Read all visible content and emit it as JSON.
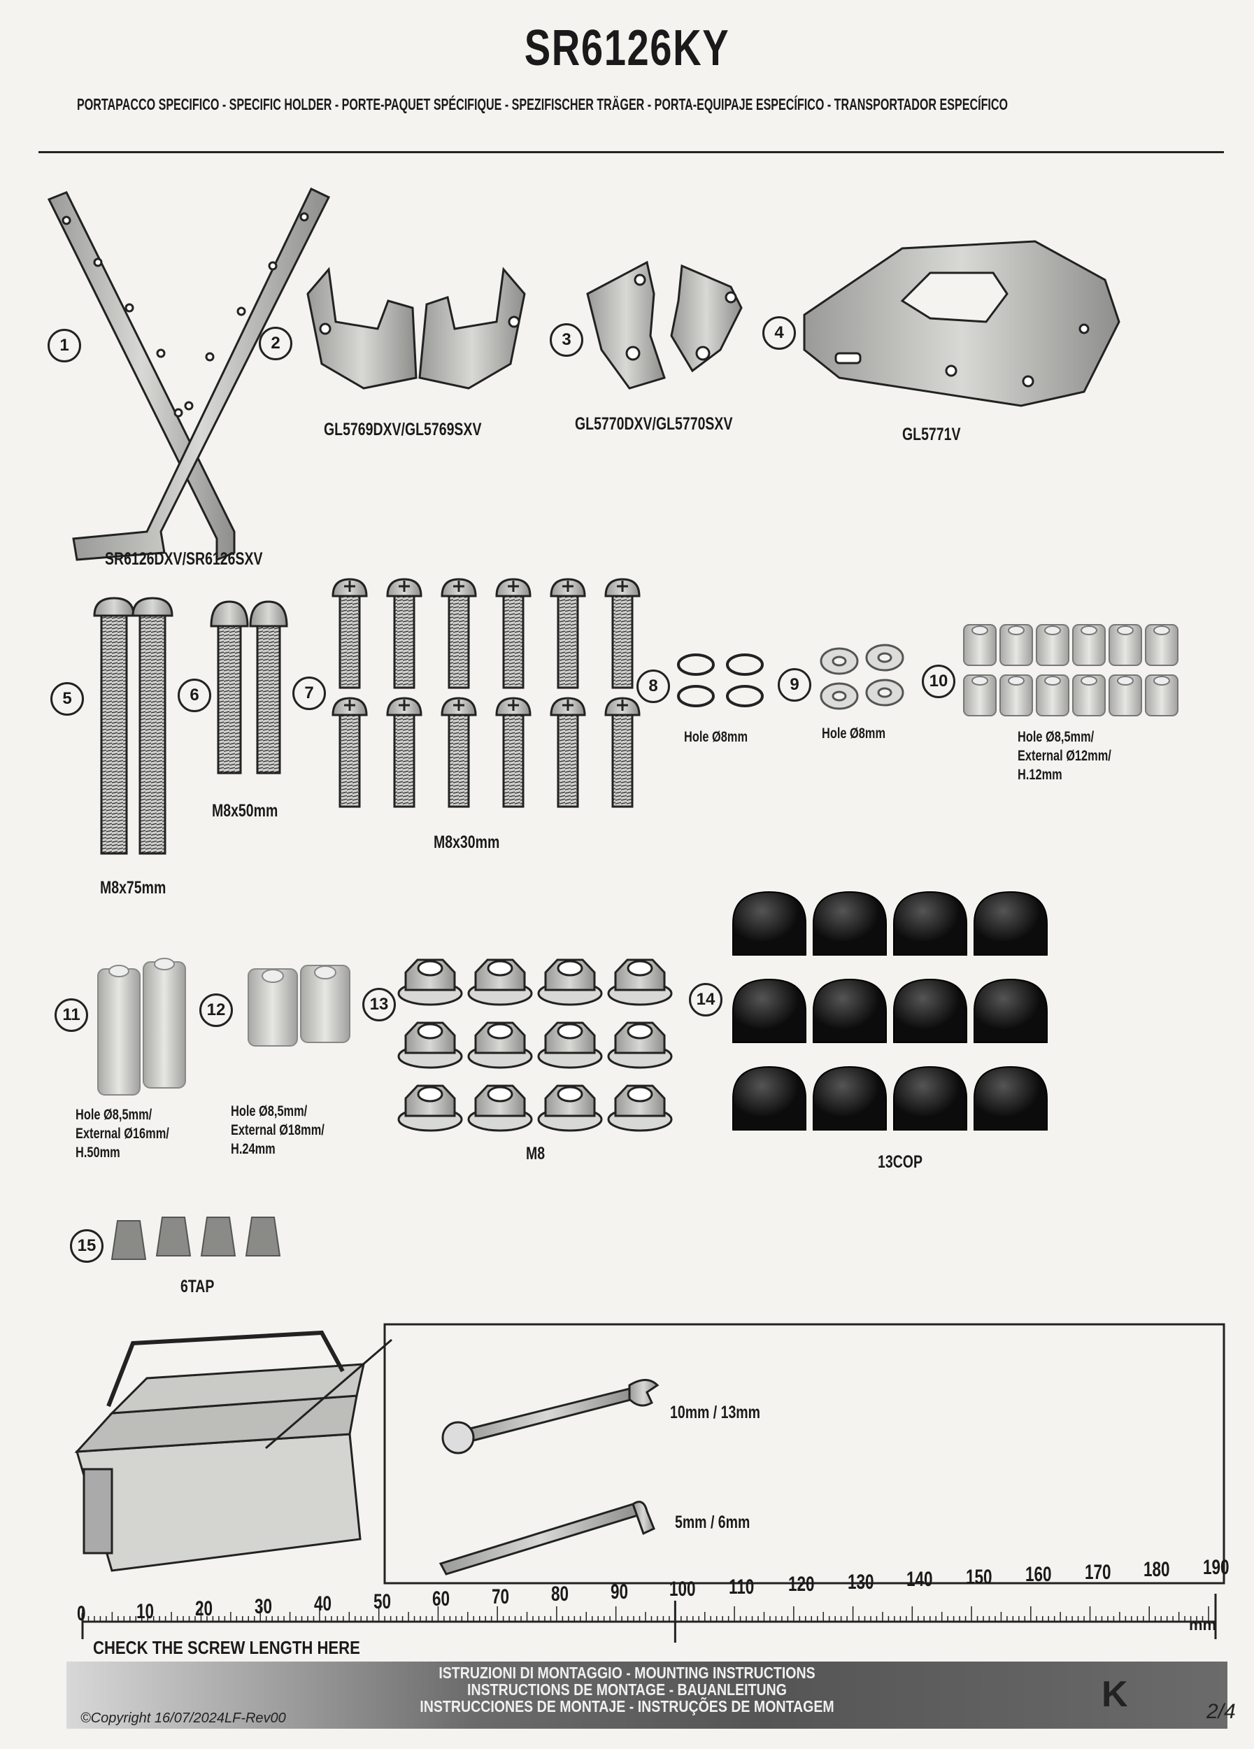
{
  "header": {
    "title": "SR6126KY",
    "subtitle": "PORTAPACCO SPECIFICO - SPECIFIC HOLDER - PORTE-PAQUET SPÉCIFIQUE - SPEZIFISCHER TRÄGER - PORTA-EQUIPAJE ESPECÍFICO - TRANSPORTADOR ESPECÍFICO"
  },
  "parts": [
    {
      "num": "1",
      "label": "SR6126DXV/SR6126SXV"
    },
    {
      "num": "2",
      "label": "GL5769DXV/GL5769SXV"
    },
    {
      "num": "3",
      "label": "GL5770DXV/GL5770SXV"
    },
    {
      "num": "4",
      "label": "GL5771V"
    },
    {
      "num": "5",
      "label": "M8x75mm"
    },
    {
      "num": "6",
      "label": "M8x50mm"
    },
    {
      "num": "7",
      "label": "M8x30mm"
    },
    {
      "num": "8",
      "label": "Hole Ø8mm"
    },
    {
      "num": "9",
      "label": "Hole Ø8mm"
    },
    {
      "num": "10",
      "label": "Hole Ø8,5mm/\nExternal Ø12mm/\nH.12mm"
    },
    {
      "num": "11",
      "label": "Hole Ø8,5mm/\nExternal Ø16mm/\nH.50mm"
    },
    {
      "num": "12",
      "label": "Hole Ø8,5mm/\nExternal Ø18mm/\nH.24mm"
    },
    {
      "num": "13",
      "label": "M8"
    },
    {
      "num": "14",
      "label": "13COP"
    },
    {
      "num": "15",
      "label": "6TAP"
    }
  ],
  "tools": {
    "wrench_label": "10mm / 13mm",
    "allen_label": "5mm / 6mm"
  },
  "ruler": {
    "ticks": [
      "0",
      "10",
      "20",
      "30",
      "40",
      "50",
      "60",
      "70",
      "80",
      "90",
      "100",
      "110",
      "120",
      "130",
      "140",
      "150",
      "160",
      "170",
      "180",
      "190"
    ],
    "unit": "mm",
    "caption": "CHECK THE SCREW LENGTH HERE"
  },
  "footer": {
    "line1": "ISTRUZIONI DI MONTAGGIO  -  MOUNTING INSTRUCTIONS",
    "line2": "INSTRUCTIONS DE MONTAGE - BAUANLEITUNG",
    "line3": "INSTRUCCIONES DE MONTAJE - INSTRUÇÕES DE MONTAGEM",
    "copyright": "©Copyright 16/07/2024LF-Rev00",
    "page": "2/4",
    "logo_letter": "K"
  }
}
